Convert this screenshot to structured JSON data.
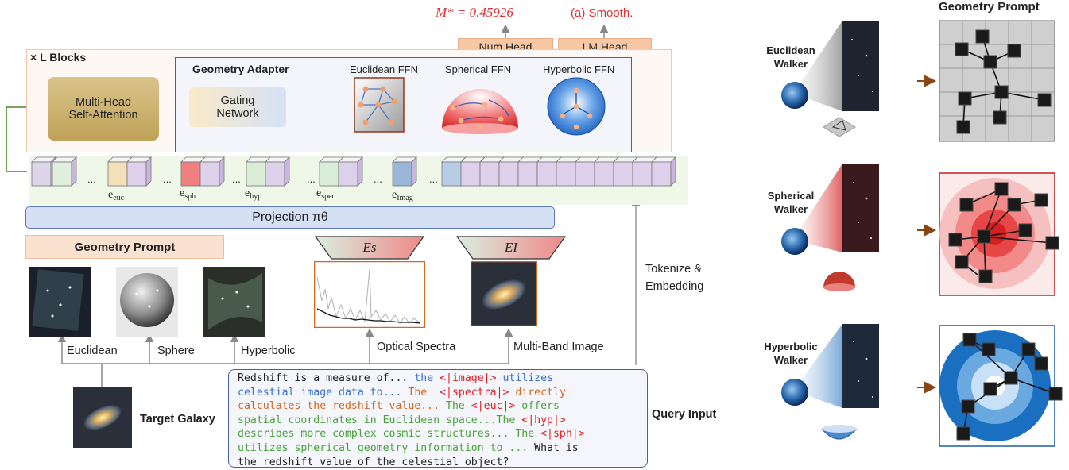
{
  "top_output": {
    "formula": "M* = 0.45926",
    "answer": "(a) Smooth.",
    "num_head": "Num Head",
    "lm_head": "LM Head"
  },
  "blocks": {
    "label": "× L Blocks",
    "attention": [
      "Multi-Head",
      "Self-Attention"
    ],
    "adapter_title": "Geometry Adapter",
    "gating": [
      "Gating",
      "Network"
    ],
    "ffn": [
      "Euclidean FFN",
      "Spherical FFN",
      "Hyperbolic FFN"
    ]
  },
  "tokens": {
    "ellipsis": "...",
    "labels": [
      {
        "base": "e",
        "sub": "euc"
      },
      {
        "base": "e",
        "sub": "sph"
      },
      {
        "base": "e",
        "sub": "hyp"
      },
      {
        "base": "e",
        "sub": "spec"
      },
      {
        "base": "e",
        "sub": "Imag"
      }
    ]
  },
  "projection": "Projection πθ",
  "geometry_prompt_label": "Geometry Prompt",
  "encoders": {
    "spectra": "Es",
    "image": "EI"
  },
  "input_labels": [
    "Euclidean",
    "Sphere",
    "Hyperbolic",
    "Optical Spectra",
    "Multi-Band Image"
  ],
  "tokenize": [
    "Tokenize &",
    "Embedding"
  ],
  "target_galaxy": "Target Galaxy",
  "query_input": "Query Input",
  "query_lines": [
    [
      {
        "t": "Redshift is a measure of... ",
        "c": "black"
      },
      {
        "t": "the ",
        "c": "blue"
      },
      {
        "t": "<|image|>",
        "c": "red"
      },
      {
        "t": " utilizes",
        "c": "blue"
      }
    ],
    [
      {
        "t": "celestial image data to... ",
        "c": "blue"
      },
      {
        "t": "The  ",
        "c": "orange"
      },
      {
        "t": "<|spectra|>",
        "c": "red"
      },
      {
        "t": " directly",
        "c": "orange"
      }
    ],
    [
      {
        "t": "calculates the redshift value... ",
        "c": "orange"
      },
      {
        "t": "The ",
        "c": "green"
      },
      {
        "t": "<|euc|>",
        "c": "red"
      },
      {
        "t": " offers",
        "c": "green"
      }
    ],
    [
      {
        "t": "spatial coordinates in Euclidean space...The ",
        "c": "green"
      },
      {
        "t": "<|hyp|>",
        "c": "red"
      }
    ],
    [
      {
        "t": "describes more complex cosmic structures... The ",
        "c": "green"
      },
      {
        "t": "<|sph|>",
        "c": "red"
      }
    ],
    [
      {
        "t": "utilizes spherical geometry information to ... ",
        "c": "green"
      },
      {
        "t": "What is",
        "c": "black"
      }
    ],
    [
      {
        "t": "the redshift value of the celestial object?",
        "c": "black"
      }
    ]
  ],
  "right_panel": {
    "title": "Geometry Prompt",
    "walkers": [
      [
        "Euclidean",
        "Walker"
      ],
      [
        "Spherical",
        "Walker"
      ],
      [
        "Hyperbolic",
        "Walker"
      ]
    ]
  },
  "colors": {
    "block_border": "#f4c9a8",
    "adapter_border": "#4a5fa8",
    "head_fill": "#f7c8a3",
    "projection_fill": "#d6e0f5",
    "arrow_gray": "#888888",
    "feedback_green": "#4a8a2a",
    "brown_arrow": "#8b4513",
    "formula_red": "#e03030"
  }
}
